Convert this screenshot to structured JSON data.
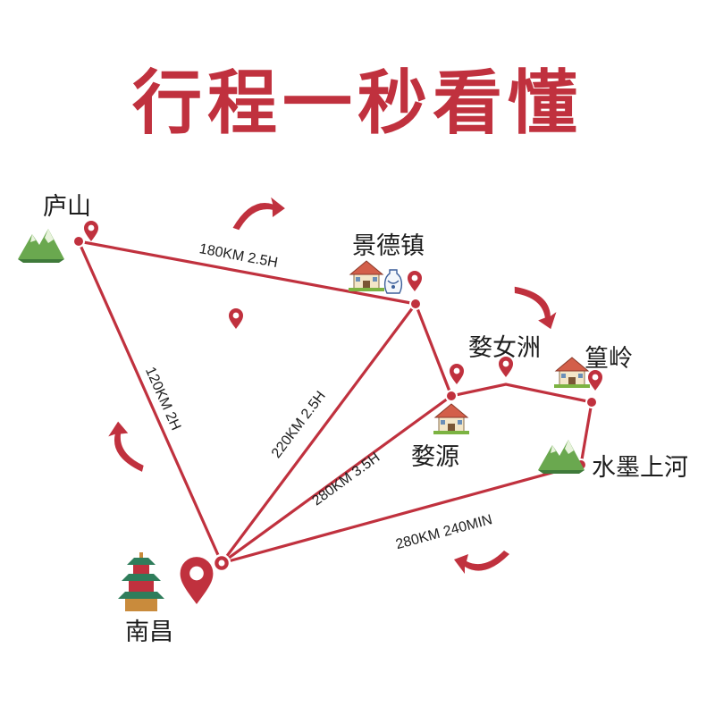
{
  "title": "行程一秒看懂",
  "colors": {
    "accent": "#c0313e",
    "text": "#1d1d1d",
    "mountain": "#6aa84f",
    "roof": "#d35f4a"
  },
  "places": {
    "lushan": "庐山",
    "jingdezhen": "景德镇",
    "wuyuan": "婺源",
    "wunvzhou": "婺女洲",
    "huangling": "篁岭",
    "shuimo": "水墨上河",
    "nanchang": "南昌"
  },
  "routes": {
    "lushan_jingdezhen": "180KM 2.5H",
    "lushan_nanchang": "120KM 2H",
    "nanchang_jingdezhen": "220KM 2.5H",
    "nanchang_wuyuan": "280KM 3.5H",
    "nanchang_shuimo": "280KM 240MIN"
  },
  "icons": [
    "mountain-icon",
    "house-icon",
    "vase-icon",
    "pavilion-icon",
    "location-pin-icon",
    "curved-arrow-icon"
  ]
}
